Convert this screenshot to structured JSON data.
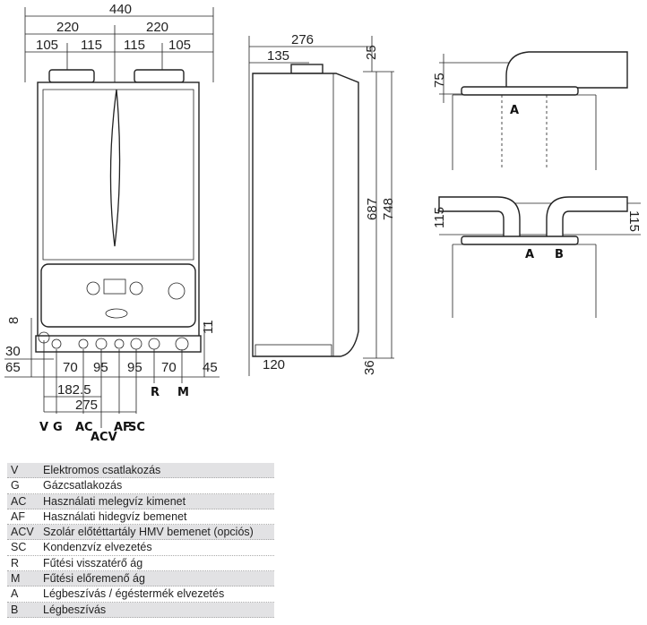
{
  "front_view": {
    "width_total": "440",
    "half_left": "220",
    "half_right": "220",
    "sub": [
      "105",
      "115",
      "115",
      "105"
    ],
    "left_dims": {
      "d8": "8",
      "d30": "30",
      "d65": "65"
    },
    "right_dims": {
      "d11": "11",
      "d45": "45"
    },
    "spacing": [
      "70",
      "95",
      "95",
      "70"
    ],
    "d182": "182.5",
    "d275": "275",
    "connections": [
      "V",
      "G",
      "AC",
      "ACV",
      "AF",
      "SC",
      "R",
      "M"
    ]
  },
  "side_view": {
    "depth": "276",
    "offset": "135",
    "top": "25",
    "height_body": "687",
    "height_total": "748",
    "bottom": "36",
    "base": "120"
  },
  "flue_views": {
    "top_dim": "75",
    "left_dim": "115",
    "right_dim": "115",
    "label_a1": "A",
    "label_a2": "A",
    "label_b": "B"
  },
  "legend": [
    {
      "code": "V",
      "text": "Elektromos csatlakozás"
    },
    {
      "code": "G",
      "text": "Gázcsatlakozás"
    },
    {
      "code": "AC",
      "text": "Használati melegvíz kimenet"
    },
    {
      "code": "AF",
      "text": "Használati hidegvíz bemenet"
    },
    {
      "code": "ACV",
      "text": "Szolár előtéttartály HMV bemenet (opciós)"
    },
    {
      "code": "SC",
      "text": "Kondenzvíz elvezetés"
    },
    {
      "code": "R",
      "text": "Fűtési visszatérő ág"
    },
    {
      "code": "M",
      "text": "Fűtési előremenő ág"
    },
    {
      "code": "A",
      "text": "Légbeszívás / égéstermék elvezetés"
    },
    {
      "code": "B",
      "text": "Légbeszívás"
    }
  ]
}
